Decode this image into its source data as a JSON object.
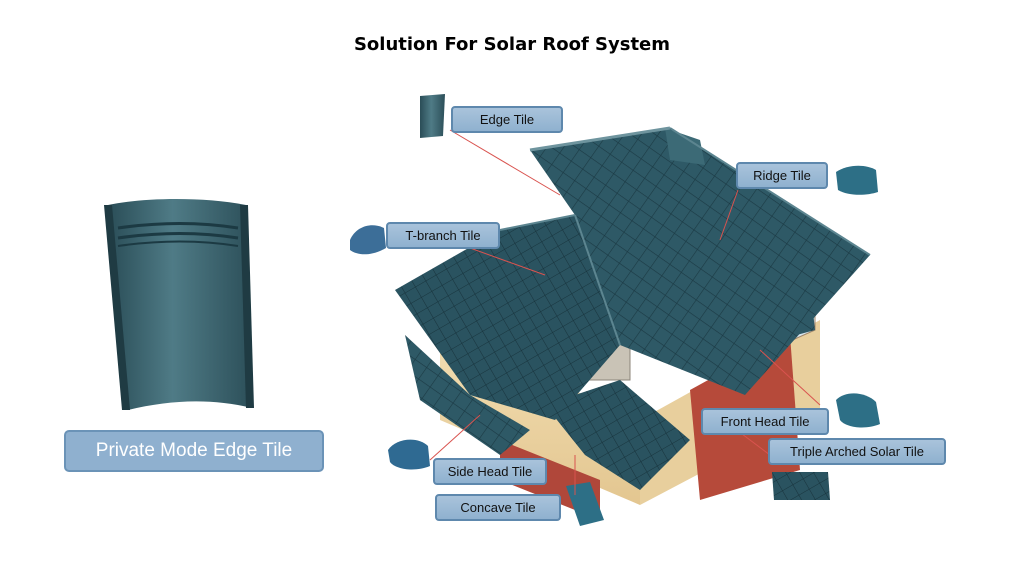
{
  "title": "Solution For Solar Roof System",
  "main_tile_label": "Private Mode Edge Tile",
  "labels": {
    "edge_tile": "Edge Tile",
    "ridge_tile": "Ridge Tile",
    "t_branch_tile": "T-branch Tile",
    "front_head_tile": "Front Head Tile",
    "triple_arched_solar_tile": "Triple Arched Solar Tile",
    "side_head_tile": "Side Head Tile",
    "concave_tile": "Concave Tile"
  },
  "colors": {
    "tile": "#2f5a67",
    "label_bg": "#9dbbd7",
    "label_border": "#5e88ad",
    "leader_line": "#d9534f"
  }
}
